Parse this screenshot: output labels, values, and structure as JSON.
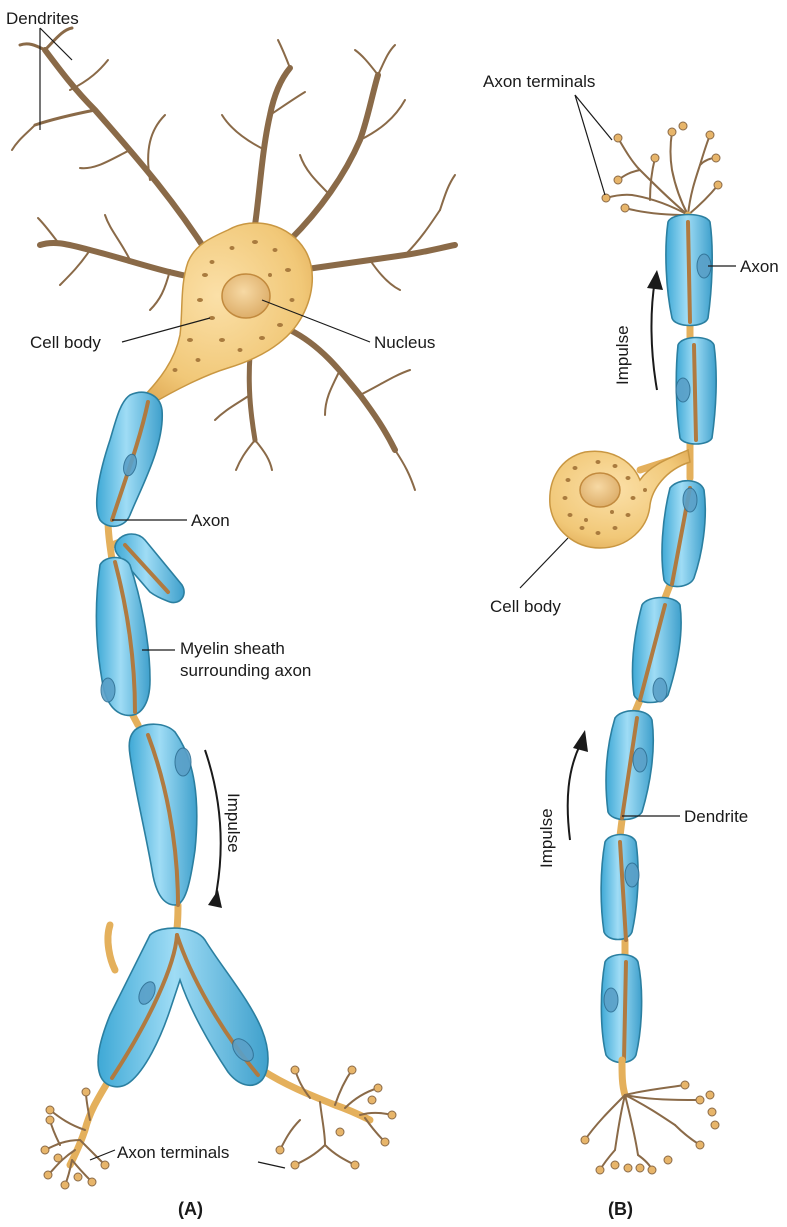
{
  "panel_a": {
    "letter": "(A)",
    "labels": {
      "dendrites": "Dendrites",
      "cell_body": "Cell body",
      "nucleus": "Nucleus",
      "axon": "Axon",
      "myelin_line1": "Myelin sheath",
      "myelin_line2": "surrounding axon",
      "impulse": "Impulse",
      "axon_terminals": "Axon terminals"
    }
  },
  "panel_b": {
    "letter": "(B)",
    "labels": {
      "axon_terminals": "Axon terminals",
      "axon": "Axon",
      "impulse_top": "Impulse",
      "cell_body": "Cell body",
      "dendrite": "Dendrite",
      "impulse_bottom": "Impulse"
    }
  },
  "colors": {
    "soma": "#f1c878",
    "myelin": "#6cc6e8",
    "axon_core": "#b07a40",
    "dendrite": "#8a6a48"
  }
}
